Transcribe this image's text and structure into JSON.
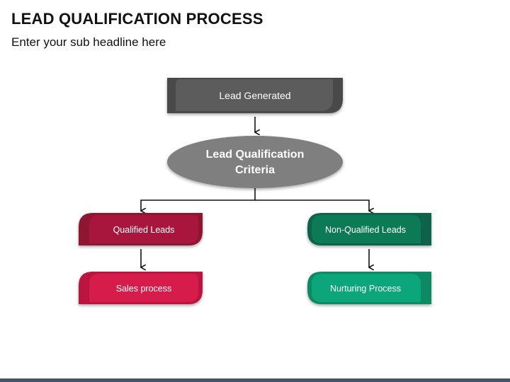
{
  "header": {
    "title": "LEAD QUALIFICATION PROCESS",
    "subtitle": "Enter your sub headline here"
  },
  "diagram": {
    "start": {
      "label": "Lead Generated",
      "color_outer": "#4a4a4a",
      "color_inner": "#5c5c5c"
    },
    "criteria": {
      "line1": "Lead Qualification",
      "line2": "Criteria",
      "color": "#7f7f7f"
    },
    "qualified": {
      "label": "Qualified Leads",
      "color_outer": "#8f1233",
      "color_inner": "#a8163d"
    },
    "sales": {
      "label": "Sales process",
      "color_outer": "#b81340",
      "color_inner": "#d61a4c"
    },
    "non_qualified": {
      "label": "Non-Qualified Leads",
      "color_outer": "#0a6448",
      "color_inner": "#0b7a57"
    },
    "nurturing": {
      "label": "Nurturing Process",
      "color_outer": "#0a8a64",
      "color_inner": "#0ea57a"
    }
  },
  "footer": {
    "bar_color": "#44546a"
  }
}
